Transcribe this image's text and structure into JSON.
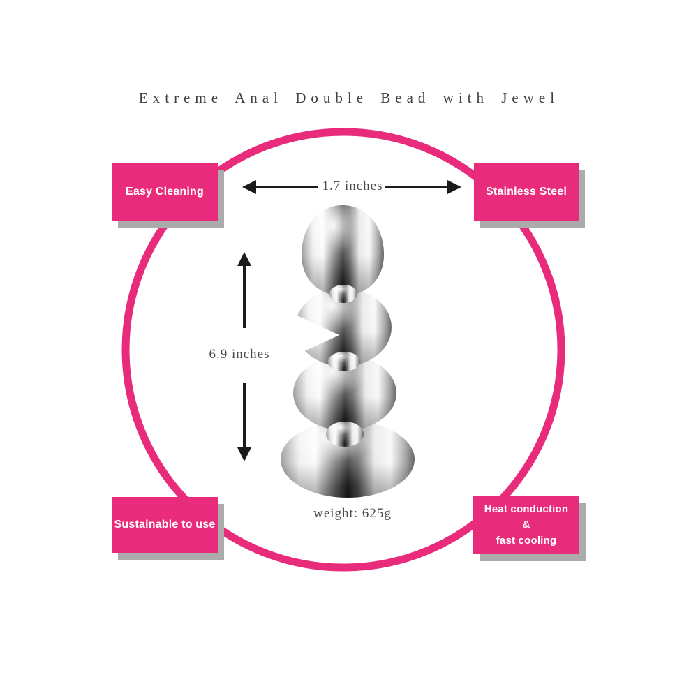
{
  "title": "Extreme Anal Double Bead with Jewel",
  "features": {
    "top_left": "Easy Cleaning",
    "top_right": "Stainless Steel",
    "bottom_left": "Sustainable to use",
    "bottom_right": {
      "line1": "Heat conduction",
      "line2": "&",
      "line3": "fast cooling"
    }
  },
  "dimensions": {
    "width": "1.7 inches",
    "height": "6.9 inches",
    "weight": "weight: 625g"
  },
  "colors": {
    "accent_pink": "#E82B7A",
    "shadow_gray": "#ABABAB",
    "arrow_black": "#1B1B1B",
    "title_text": "#3F3F3F",
    "dimension_text": "#4A4A4A",
    "feature_text": "#FFFFFF",
    "background": "#FFFFFF"
  }
}
